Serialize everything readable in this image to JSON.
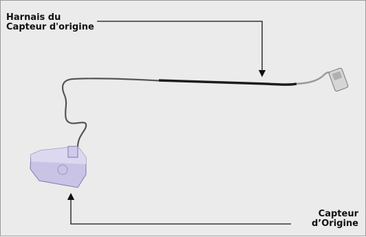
{
  "labels": {
    "harness": {
      "line1": "Harnais du",
      "line2": "Capteur d'origine"
    },
    "sensor": {
      "line1": "Capteur",
      "line2": "d’Origine"
    }
  },
  "colors": {
    "background": "#ebebeb",
    "border": "#9a9a9a",
    "cable": "#1c1c1c",
    "sensor_body": "#c9c4e6",
    "connector": "#c8c8c8",
    "callout_line": "#111111"
  }
}
